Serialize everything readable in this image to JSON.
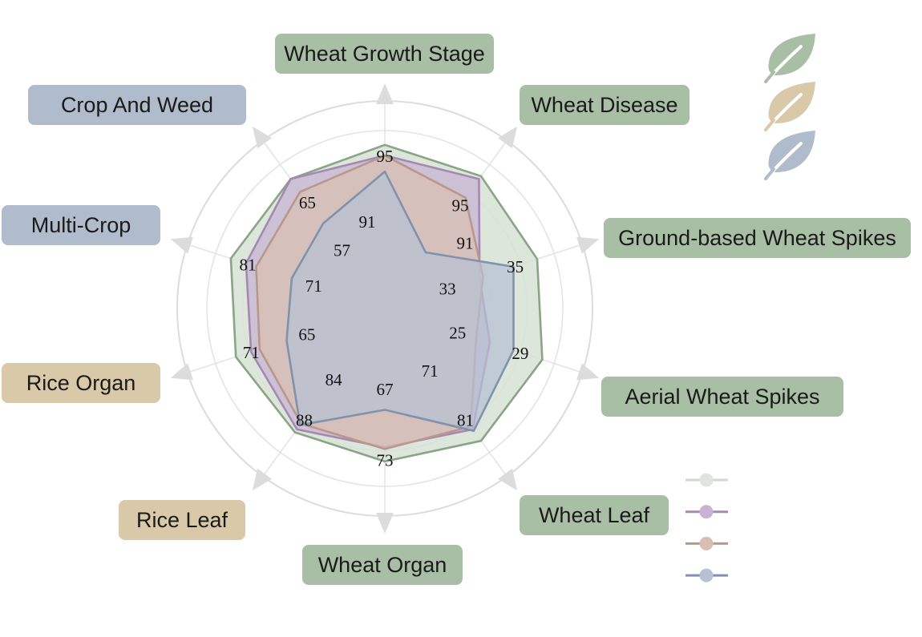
{
  "chart_data": {
    "type": "radar",
    "axes": [
      "Wheat Growth Stage",
      "Wheat Disease",
      "Ground-based Wheat Spikes",
      "Aerial Wheat Spikes",
      "Wheat Leaf",
      "Wheat Organ",
      "Rice Leaf",
      "Rice Organ",
      "Multi-Crop",
      "Crop And Weed"
    ],
    "axis_group_colors": {
      "wheat": "#a9bfa5",
      "rice": "#dac9a8",
      "multi": "#b0bccb"
    },
    "axis_groups": [
      "wheat",
      "wheat",
      "wheat",
      "wheat",
      "wheat",
      "wheat",
      "rice",
      "rice",
      "multi",
      "multi"
    ],
    "value_labels": [
      [
        "95",
        "91"
      ],
      [
        "95",
        "91"
      ],
      [
        "35",
        "33"
      ],
      [
        "29",
        "25"
      ],
      [
        "81",
        "71"
      ],
      [
        "73",
        "67"
      ],
      [
        "88",
        "84"
      ],
      [
        "71",
        "65"
      ],
      [
        "81",
        "71"
      ],
      [
        "65",
        "57"
      ]
    ],
    "rlim": [
      0,
      1
    ],
    "grid": "on",
    "series": [
      {
        "values": [
          0.92,
          0.92,
          0.9,
          0.93,
          0.92,
          0.86,
          0.86,
          0.88,
          0.91,
          0.9
        ],
        "fill": "#d6e2d3",
        "stroke": "#8aa486"
      },
      {
        "values": [
          0.86,
          0.9,
          0.56,
          0.62,
          0.84,
          0.78,
          0.84,
          0.79,
          0.82,
          0.9
        ],
        "fill": "#c8b3d2",
        "stroke": "#a689b3"
      },
      {
        "values": [
          0.86,
          0.77,
          0.58,
          0.54,
          0.82,
          0.79,
          0.8,
          0.74,
          0.76,
          0.81
        ],
        "fill": "#d9bfb3",
        "stroke": "#b8988c"
      },
      {
        "values": [
          0.77,
          0.39,
          0.76,
          0.76,
          0.85,
          0.57,
          0.81,
          0.58,
          0.55,
          0.59
        ],
        "fill": "#b6c1d3",
        "stroke": "#8292ac"
      }
    ],
    "legend_position": "bottom-right",
    "icon_legend_position": "top-right"
  }
}
